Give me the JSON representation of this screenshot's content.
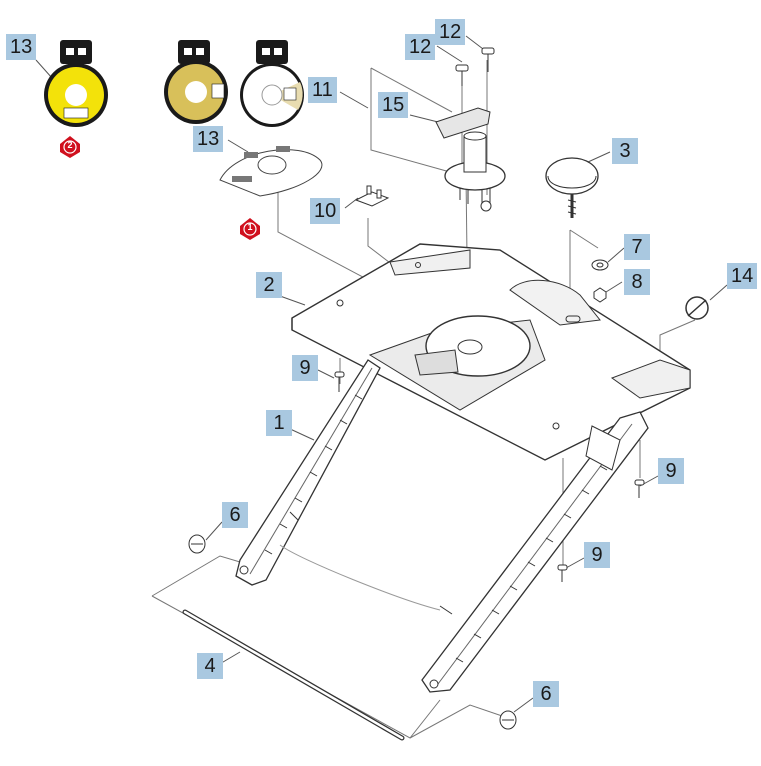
{
  "diagram": {
    "callouts": [
      {
        "id": "c13a",
        "text": "13"
      },
      {
        "id": "c12a",
        "text": "12"
      },
      {
        "id": "c12b",
        "text": "12"
      },
      {
        "id": "c11",
        "text": "11"
      },
      {
        "id": "c15",
        "text": "15"
      },
      {
        "id": "c3",
        "text": "3"
      },
      {
        "id": "c13b",
        "text": "13"
      },
      {
        "id": "c10",
        "text": "10"
      },
      {
        "id": "c7",
        "text": "7"
      },
      {
        "id": "c8",
        "text": "8"
      },
      {
        "id": "c14",
        "text": "14"
      },
      {
        "id": "c2",
        "text": "2"
      },
      {
        "id": "c9a",
        "text": "9"
      },
      {
        "id": "c1",
        "text": "1"
      },
      {
        "id": "c9b",
        "text": "9"
      },
      {
        "id": "c6a",
        "text": "6"
      },
      {
        "id": "c9c",
        "text": "9"
      },
      {
        "id": "c4",
        "text": "4"
      },
      {
        "id": "c6b",
        "text": "6"
      }
    ],
    "warnings": [
      {
        "id": "w1",
        "text": "1"
      },
      {
        "id": "w2",
        "text": "2"
      }
    ],
    "colors": {
      "callout_bg": "#a9c8e0",
      "line": "#555555",
      "yellow_label": "#f3e20a",
      "gold_label": "#d8c05a",
      "warning_red": "#d0101e"
    }
  }
}
